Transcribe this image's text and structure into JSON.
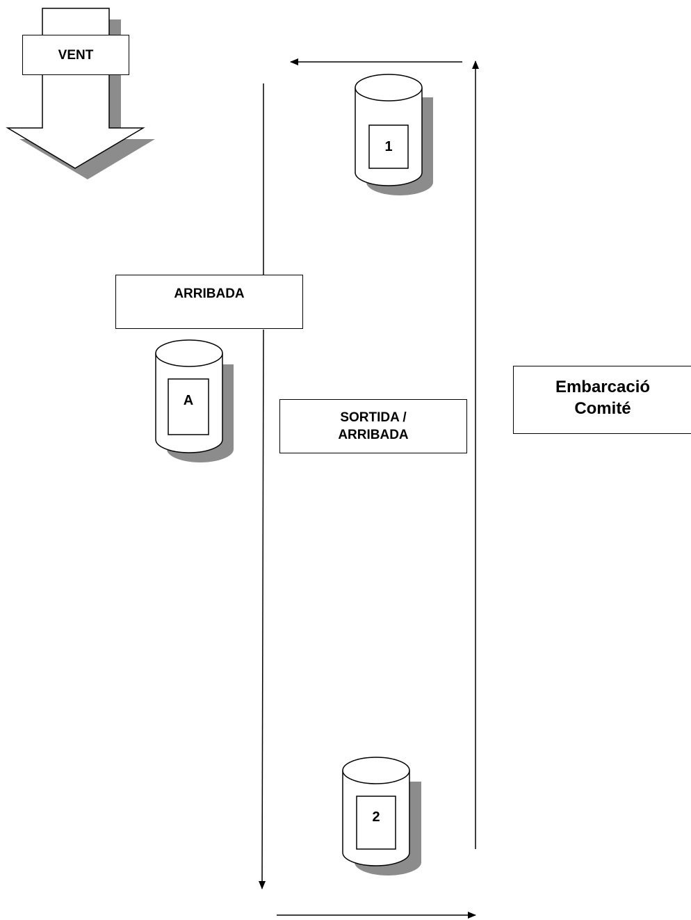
{
  "vent_label": "VENT",
  "arribada_label": "ARRIBADA",
  "sortida_label": "SORTIDA /\nARRIBADA",
  "embarcacio_label": "Embarcació\nComité",
  "cylinders": {
    "one": "1",
    "a": "A",
    "two": "2"
  }
}
